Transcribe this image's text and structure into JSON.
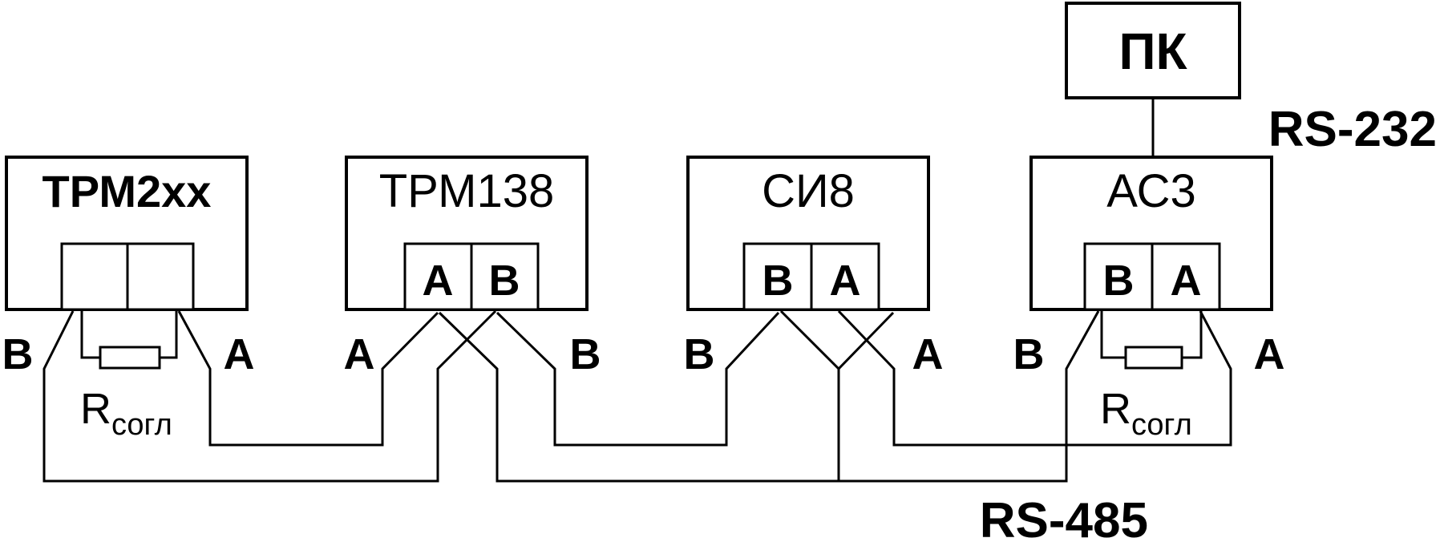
{
  "devices": {
    "trm2xx": "ТРМ2хх",
    "trm138": "ТРМ138",
    "si8": "СИ8",
    "ac3": "АС3",
    "pc": "ПК"
  },
  "terminals": {
    "trm138": [
      "A",
      "B"
    ],
    "si8": [
      "B",
      "A"
    ],
    "ac3": [
      "B",
      "A"
    ]
  },
  "line_labels": {
    "trm2xx_left": "B",
    "trm2xx_right": "A",
    "trm138_left": "A",
    "trm138_right": "B",
    "si8_left": "B",
    "si8_right": "A",
    "ac3_left": "B",
    "ac3_right": "A"
  },
  "resistor": {
    "base": "R",
    "subscript": "согл"
  },
  "interfaces": {
    "rs232": "RS-232",
    "rs485": "RS-485"
  }
}
